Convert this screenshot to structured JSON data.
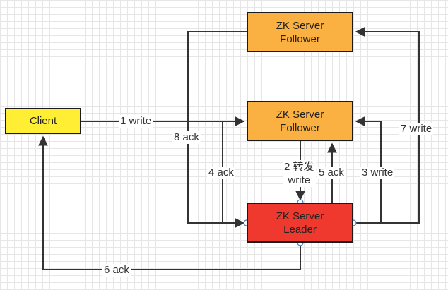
{
  "nodes": {
    "client": "Client",
    "follower_top": [
      "ZK Server",
      "Follower"
    ],
    "follower_mid": [
      "ZK Server",
      "Follower"
    ],
    "leader": [
      "ZK Server",
      "Leader"
    ]
  },
  "edges": {
    "e1": "1 write",
    "e2": [
      "2 转发",
      "write"
    ],
    "e3": "3 write",
    "e4": "4 ack",
    "e5": "5 ack",
    "e6": "6 ack",
    "e7": "7 write",
    "e8": "8 ack"
  },
  "colors": {
    "client": "#ffee33",
    "follower": "#fbb142",
    "leader": "#f0392e",
    "edge": "#333333"
  }
}
